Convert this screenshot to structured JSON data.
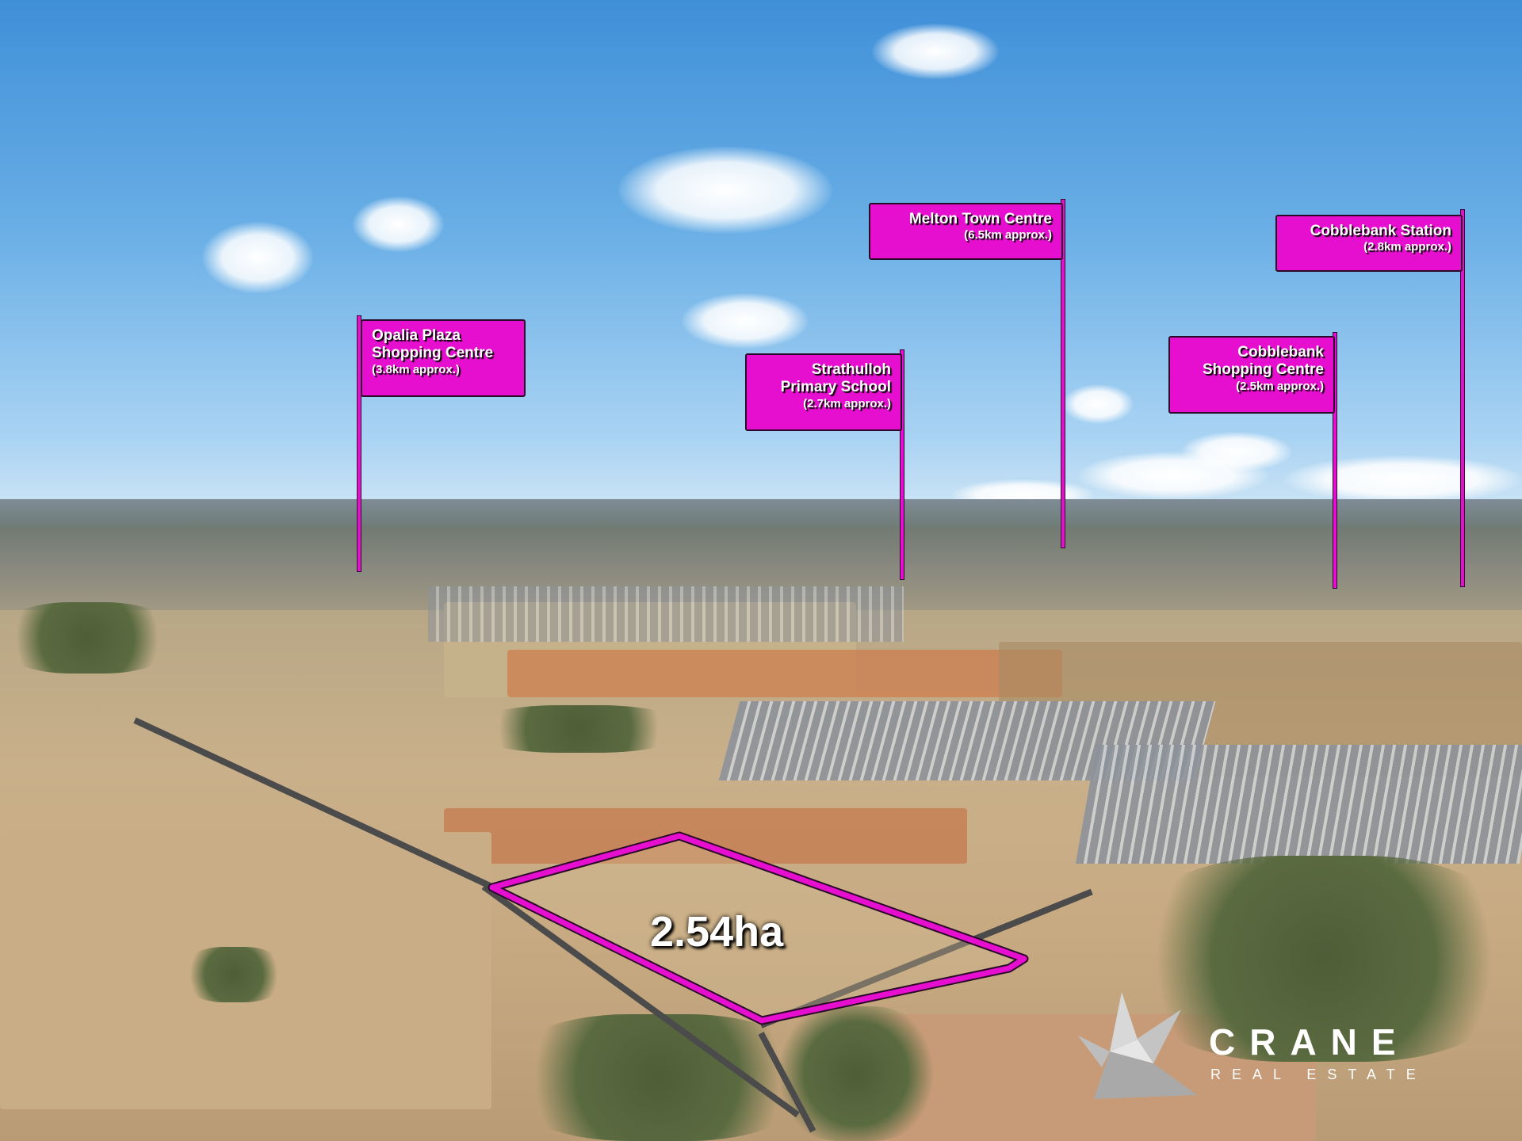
{
  "flags": [
    {
      "name_lines": [
        "Opalia Plaza",
        "Shopping Centre"
      ],
      "distance": "(3.8km approx.)"
    },
    {
      "name_lines": [
        "Strathulloh",
        "Primary School"
      ],
      "distance": "(2.7km approx.)"
    },
    {
      "name_lines": [
        "Melton Town Centre"
      ],
      "distance": "(6.5km approx.)"
    },
    {
      "name_lines": [
        "Cobblebank",
        "Shopping Centre"
      ],
      "distance": "(2.5km approx.)"
    },
    {
      "name_lines": [
        "Cobblebank Station"
      ],
      "distance": "(2.8km approx.)"
    }
  ],
  "parcel": {
    "area_label": "2.54ha",
    "outline_color": "#e60fcf"
  },
  "logo": {
    "brand": "CRANE",
    "tagline": "REAL ESTATE"
  },
  "colors": {
    "flag": "#e60fcf"
  }
}
